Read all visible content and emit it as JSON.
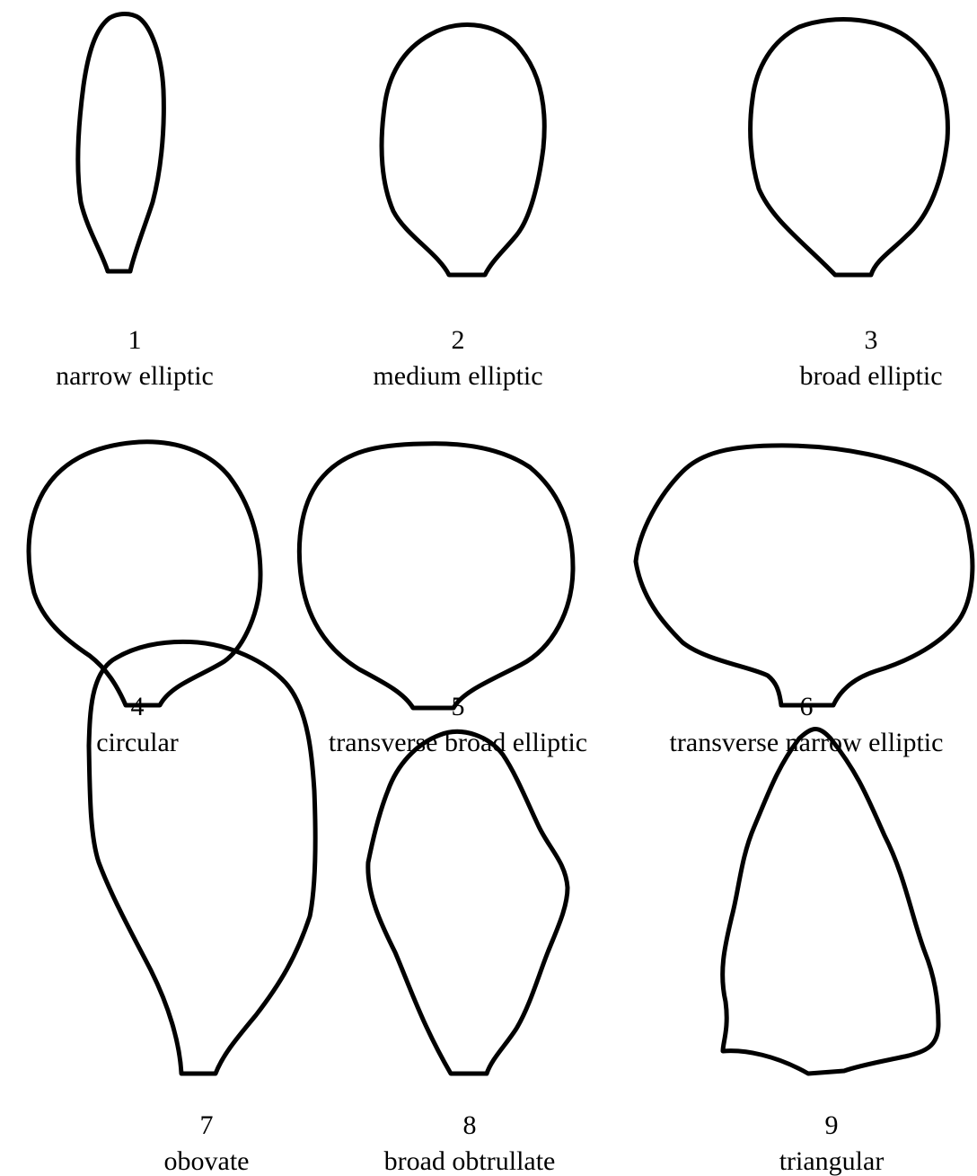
{
  "colors": {
    "outline": "#000000",
    "text": "#000000",
    "background": "#ffffff"
  },
  "petals": [
    {
      "number": "1",
      "label": "narrow elliptic",
      "shape": "narrow-elliptic"
    },
    {
      "number": "2",
      "label": "medium elliptic",
      "shape": "medium-elliptic"
    },
    {
      "number": "3",
      "label": "broad elliptic",
      "shape": "broad-elliptic"
    },
    {
      "number": "4",
      "label": "circular",
      "shape": "circular"
    },
    {
      "number": "5",
      "label": "transverse broad elliptic",
      "shape": "transverse-broad-elliptic"
    },
    {
      "number": "6",
      "label": "transverse narrow elliptic",
      "shape": "transverse-narrow-elliptic"
    },
    {
      "number": "7",
      "label": "obovate",
      "shape": "obovate"
    },
    {
      "number": "8",
      "label": "broad obtrullate",
      "shape": "broad-obtrullate"
    },
    {
      "number": "9",
      "label": "triangular",
      "shape": "triangular"
    }
  ]
}
